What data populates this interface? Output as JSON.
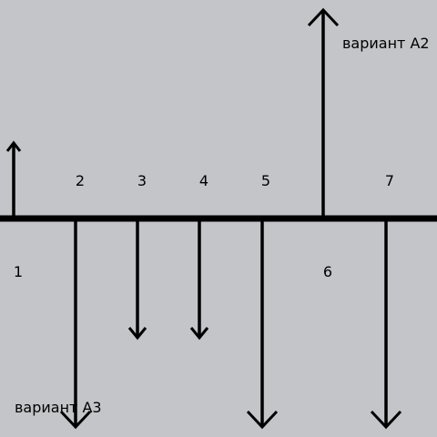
{
  "diagram": {
    "background_color": "#c4c5c9",
    "line_color": "#000000",
    "baseline": "horizontal-line",
    "periods": [
      {
        "label": "1",
        "direction": "up",
        "relative_magnitude": 0.2
      },
      {
        "label": "2",
        "direction": "down",
        "relative_magnitude": 0.5
      },
      {
        "label": "3",
        "direction": "down",
        "relative_magnitude": 0.3
      },
      {
        "label": "4",
        "direction": "down",
        "relative_magnitude": 0.3
      },
      {
        "label": "5",
        "direction": "down",
        "relative_magnitude": 0.5
      },
      {
        "label": "6",
        "direction": "up",
        "relative_magnitude": 0.5
      },
      {
        "label": "7",
        "direction": "down",
        "relative_magnitude": 0.5
      }
    ],
    "annotations": {
      "variant_a2": "вариант А2",
      "variant_a3": "вариант А3"
    }
  }
}
